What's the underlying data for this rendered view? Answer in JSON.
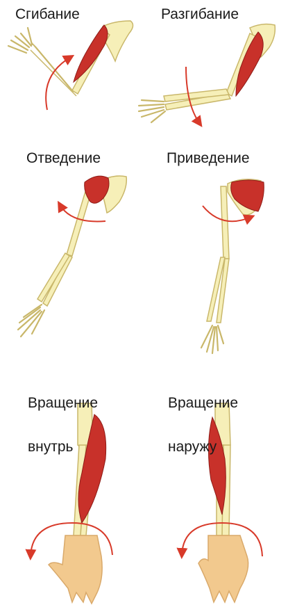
{
  "labels": {
    "flexion": "Сгибание",
    "extension": "Разгибание",
    "abduction": "Отведение",
    "adduction": "Приведение",
    "rotation_in_line1": "Вращение",
    "rotation_in_line2": "внутрь",
    "rotation_out_line1": "Вращение",
    "rotation_out_line2": "наружу"
  },
  "colors": {
    "bone_fill": "#f6efb8",
    "bone_stroke": "#c9b76a",
    "muscle": "#c8312a",
    "muscle_dark": "#8e1c17",
    "arrow": "#d83a2a",
    "skin": "#f2c98e",
    "skin_stroke": "#d9a96a"
  }
}
